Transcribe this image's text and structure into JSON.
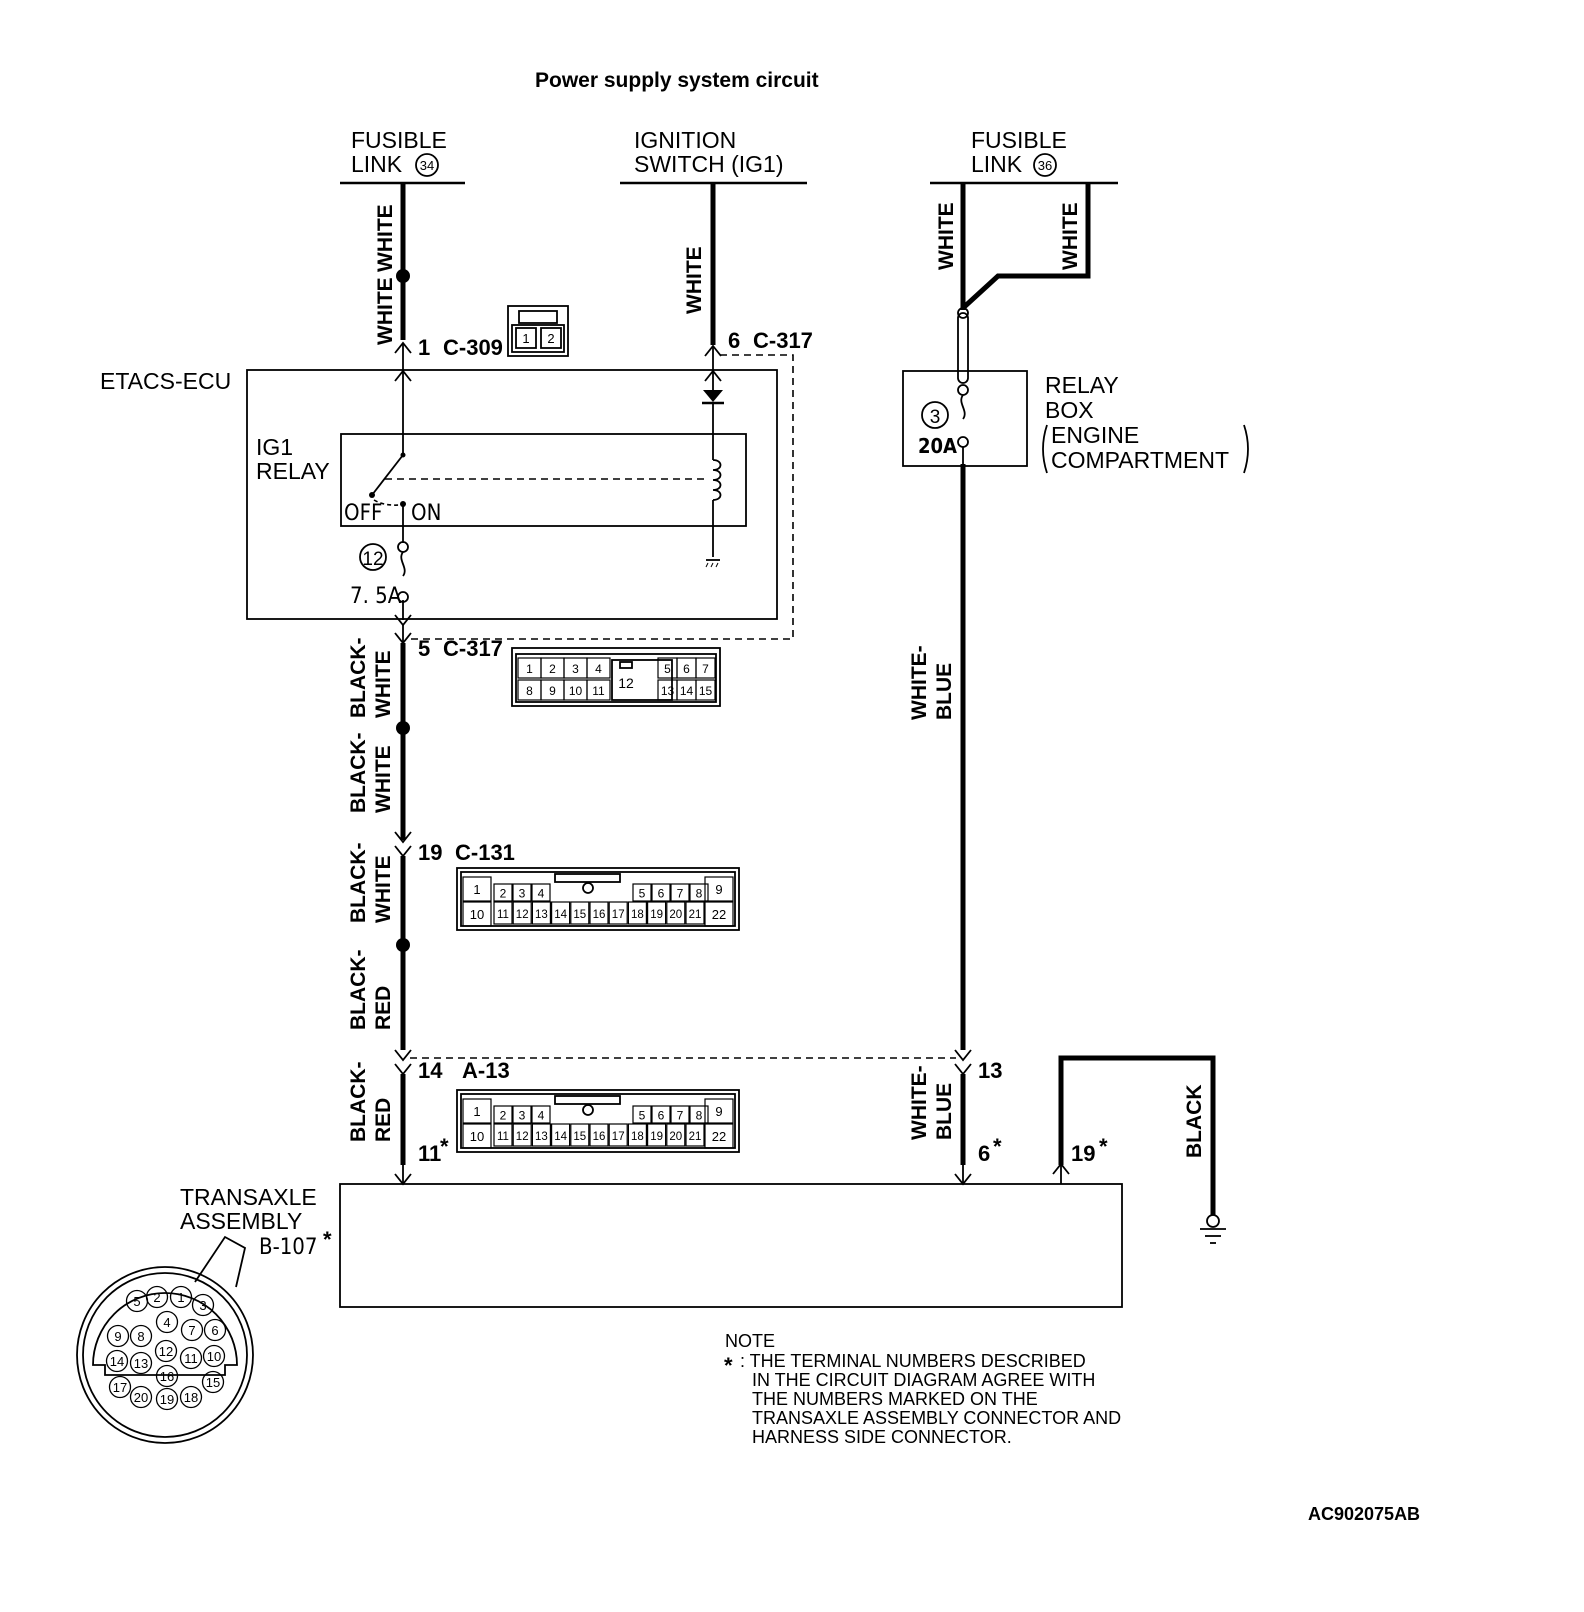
{
  "title": "Power supply system circuit",
  "sources": {
    "fusible_link_34": {
      "line1": "FUSIBLE",
      "line2": "LINK",
      "num": "34"
    },
    "ignition_switch": {
      "line1": "IGNITION",
      "line2": "SWITCH (IG1)"
    },
    "fusible_link_36": {
      "line1": "FUSIBLE",
      "line2": "LINK",
      "num": "36"
    }
  },
  "components": {
    "etacs_ecu": "ETACS-ECU",
    "ig1_relay": {
      "line1": "IG1",
      "line2": "RELAY",
      "off": "OFF",
      "on": "ON"
    },
    "fuse_12": {
      "num": "12",
      "rating": "7. 5A"
    },
    "relay_box": {
      "line1": "RELAY",
      "line2": "BOX",
      "line3": "ENGINE",
      "line4": "COMPARTMENT",
      "fuse_num": "3",
      "fuse_rating": "20A"
    },
    "transaxle": {
      "line1": "TRANSAXLE",
      "line2": "ASSEMBLY",
      "id": "B-107",
      "star": "*"
    }
  },
  "wire_colors": {
    "white": "WHITE",
    "black_white_1": "BLACK-",
    "black_white_2": "WHITE",
    "black_red_1": "BLACK-",
    "black_red_2": "RED",
    "white_blue_1": "WHITE-",
    "white_blue_2": "BLUE",
    "black": "BLACK"
  },
  "connectors": {
    "c309": {
      "pin": "1",
      "id": "C-309",
      "pins": [
        "1",
        "2"
      ]
    },
    "c317_top": {
      "pin": "6",
      "id": "C-317"
    },
    "c317_bot": {
      "pin": "5",
      "id": "C-317",
      "top_row": [
        "1",
        "2",
        "3",
        "4",
        "5",
        "6",
        "7"
      ],
      "center": "12",
      "bot_row": [
        "8",
        "9",
        "10",
        "11",
        "13",
        "14",
        "15"
      ]
    },
    "c131": {
      "pin": "19",
      "id": "C-131",
      "top_left": "1",
      "top_row": [
        "2",
        "3",
        "4",
        "5",
        "6",
        "7",
        "8"
      ],
      "top_right": "9",
      "bot_left": "10",
      "bot_row": [
        "11",
        "12",
        "13",
        "14",
        "15",
        "16",
        "17",
        "18",
        "19",
        "20",
        "21"
      ],
      "bot_right": "22"
    },
    "a13": {
      "pin_left": "14",
      "id": "A-13",
      "pin_right": "13",
      "top_left": "1",
      "top_row": [
        "2",
        "3",
        "4",
        "5",
        "6",
        "7",
        "8"
      ],
      "top_right": "9",
      "bot_left": "10",
      "bot_row": [
        "11",
        "12",
        "13",
        "14",
        "15",
        "16",
        "17",
        "18",
        "19",
        "20",
        "21"
      ],
      "bot_right": "22"
    }
  },
  "terminals": {
    "t11": "11",
    "t6": "6",
    "t19": "19",
    "star": "*"
  },
  "round_connector_pins": [
    "5",
    "2",
    "1",
    "3",
    "9",
    "8",
    "4",
    "7",
    "6",
    "14",
    "13",
    "12",
    "11",
    "10",
    "17",
    "16",
    "15",
    "20",
    "19",
    "18"
  ],
  "note": {
    "heading": "NOTE",
    "star": "*",
    "lines": [
      ": THE TERMINAL NUMBERS DESCRIBED",
      "IN THE CIRCUIT DIAGRAM AGREE WITH",
      "THE NUMBERS MARKED ON THE",
      "TRANSAXLE ASSEMBLY CONNECTOR AND",
      "HARNESS SIDE CONNECTOR."
    ]
  },
  "figure_id": "AC902075AB"
}
